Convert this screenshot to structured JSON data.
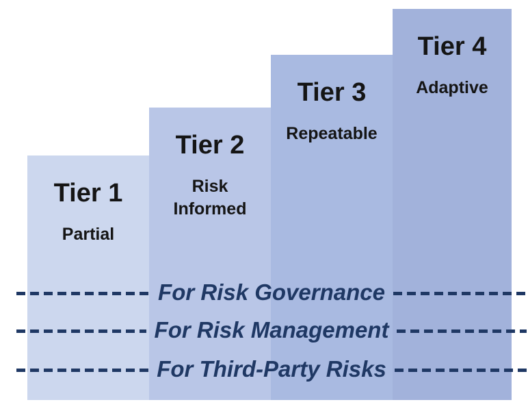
{
  "diagram": {
    "title": "maturity-tiers-staircase",
    "tiers": [
      {
        "title": "Tier 1",
        "subtitle": "Partial",
        "color": "#ccd7ee"
      },
      {
        "title": "Tier 2",
        "subtitle": "Risk\nInformed",
        "color": "#b9c6e7"
      },
      {
        "title": "Tier 3",
        "subtitle": "Repeatable",
        "color": "#a9bae1"
      },
      {
        "title": "Tier 4",
        "subtitle": "Adaptive",
        "color": "#a2b2db"
      }
    ],
    "annotation_lines": [
      {
        "label": "For Risk Governance"
      },
      {
        "label": "For Risk Management"
      },
      {
        "label": "For Third-Party Risks"
      }
    ],
    "colors": {
      "line_navy": "#1f3864",
      "text_black": "#151515",
      "background": "#ffffff"
    }
  }
}
